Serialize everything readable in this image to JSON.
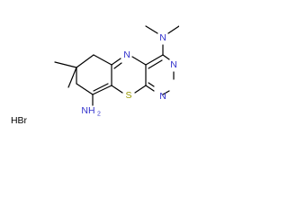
{
  "molecule": {
    "atoms": {
      "n_ring_top": {
        "text": "N",
        "color": "#3333cc"
      },
      "n_dimethyl": {
        "text": "N",
        "color": "#3333cc"
      },
      "n_pyrimidine_top": {
        "text": "N",
        "color": "#3333cc"
      },
      "n_pyrimidine_bottom": {
        "text": "N",
        "color": "#3333cc"
      },
      "s_ring": {
        "text": "S",
        "color": "#999900"
      },
      "nh2": {
        "text": "NH",
        "sub": "2",
        "color": "#3333cc"
      }
    },
    "salt": {
      "text": "HBr",
      "color": "#000000"
    }
  }
}
